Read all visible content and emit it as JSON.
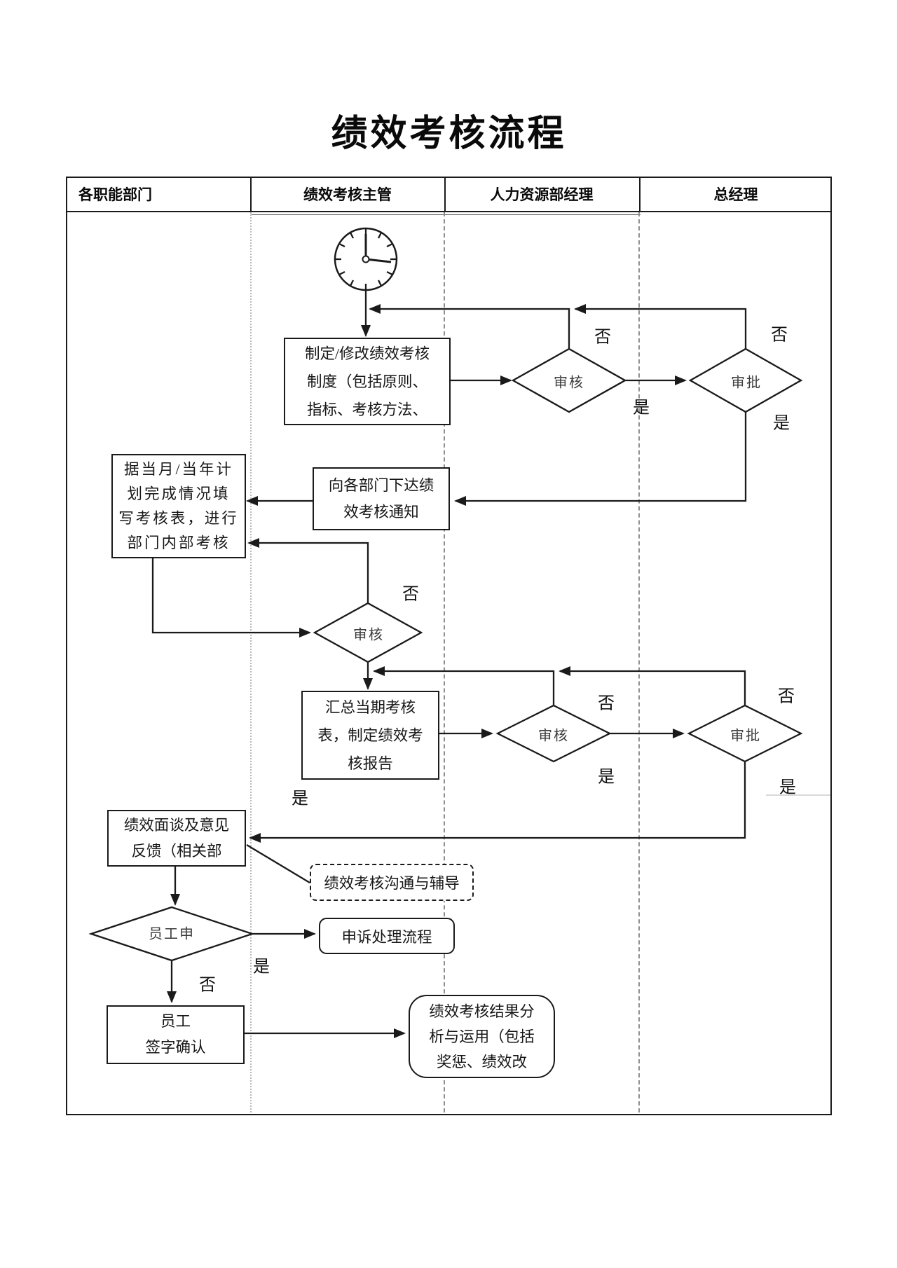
{
  "title": "绩效考核流程",
  "lanes": [
    {
      "label": "各职能部门"
    },
    {
      "label": "绩效考核主管"
    },
    {
      "label": "人力资源部经理"
    },
    {
      "label": "总经理"
    }
  ],
  "flow": {
    "yes": "是",
    "no": "否"
  },
  "decisions": {
    "review1": "审核",
    "approve1": "审批",
    "review_dept": "审核",
    "review2": "审核",
    "approve2": "审批",
    "appeal": "员工申"
  },
  "nodes": {
    "draft": {
      "lines": [
        "制定/修改绩效考核",
        "制度（包括原则、",
        "指标、考核方法、"
      ]
    },
    "notify": {
      "lines": [
        "向各部门下达绩",
        "效考核通知"
      ]
    },
    "dept_assess": {
      "lines": [
        "据当月/当年计",
        "划完成情况填",
        "写考核表，进行",
        "部门内部考核"
      ]
    },
    "summary": {
      "lines": [
        "汇总当期考核",
        "表，制定绩效考",
        "核报告"
      ]
    },
    "interview": {
      "lines": [
        "绩效面谈及意见",
        "反馈（相关部"
      ]
    },
    "coaching": {
      "lines": [
        "绩效考核沟通与辅导"
      ]
    },
    "appeal_process": {
      "lines": [
        "申诉处理流程"
      ]
    },
    "sign": {
      "lines": [
        "员工",
        "签字确认"
      ]
    },
    "result": {
      "lines": [
        "绩效考核结果分",
        "析与运用（包括",
        "奖惩、绩效改"
      ]
    }
  },
  "icons": {
    "clock": "clock-icon"
  }
}
